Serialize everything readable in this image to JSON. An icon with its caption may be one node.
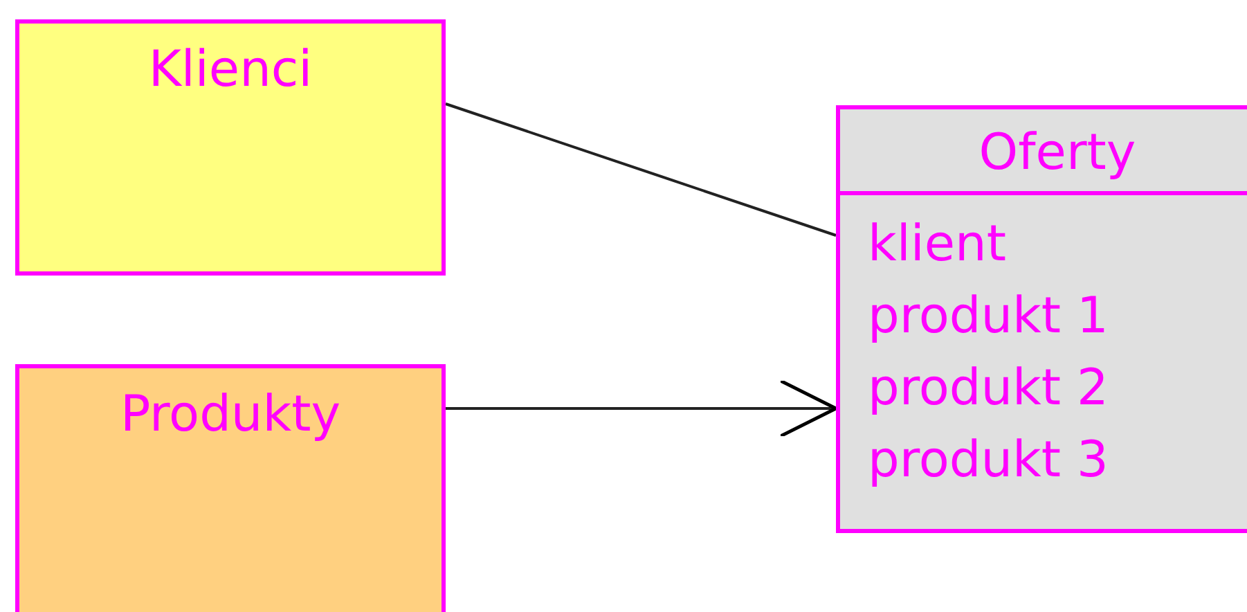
{
  "diagram": {
    "nodes": [
      {
        "text": [
          "Klienci"
        ]
      },
      {
        "text": [
          "Produkty"
        ]
      },
      {
        "text": [
          "Oferty",
          "klient",
          "produkt 1",
          "produkt 2",
          "produkt 3"
        ]
      }
    ],
    "edges": [
      {
        "from": 0,
        "to": 2,
        "arrow": "none"
      },
      {
        "from": 1,
        "to": 2,
        "arrow": "to"
      }
    ]
  }
}
